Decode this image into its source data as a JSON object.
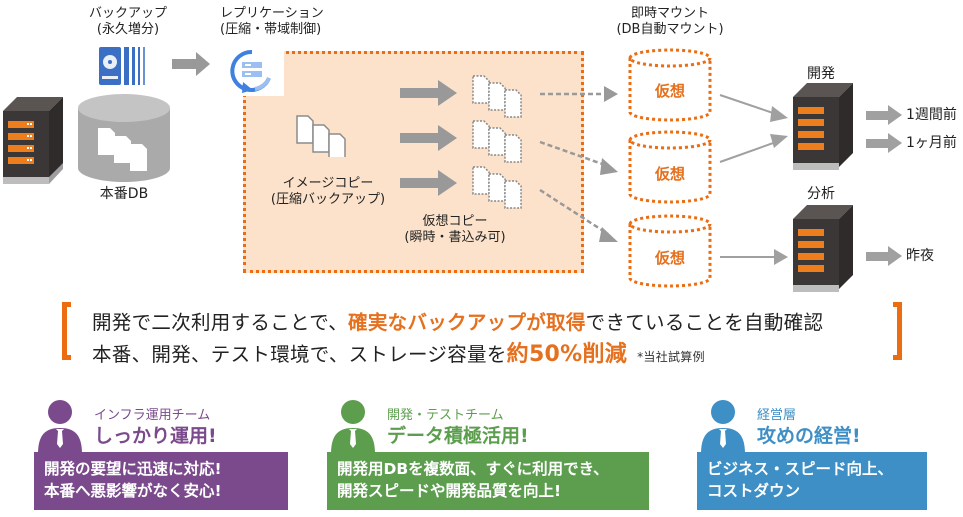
{
  "colors": {
    "accent_orange": "#ec6d11",
    "orange_fill": "#fce2cb",
    "gray_arrow": "#9a9a9a",
    "backup_blue": "#3a6fc4",
    "team_infra": "#7b4a8c",
    "team_dev": "#5c9e4e",
    "team_exec": "#3d8fc6"
  },
  "diagram": {
    "backup": {
      "line1": "バックアップ",
      "line2": "(永久増分)",
      "icon": "backup-disk-icon"
    },
    "replication": {
      "line1": "レプリケーション",
      "line2": "(圧縮・帯域制御)",
      "icon": "replication-sync-icon"
    },
    "production_db": {
      "label": "本番DB",
      "icon": "database-cylinder-icon"
    },
    "production_server": {
      "icon": "server-icon"
    },
    "image_copy": {
      "line1": "イメージコピー",
      "line2": "(圧縮バックアップ)",
      "icon": "documents-icon"
    },
    "virtual_copy": {
      "line1": "仮想コピー",
      "line2": "(瞬時・書込み可)",
      "icon": "dotted-documents-icon"
    },
    "instant_mount": {
      "line1": "即時マウント",
      "line2": "(DB自動マウント)"
    },
    "virtual_dbs": [
      "仮想",
      "仮想",
      "仮想"
    ],
    "dev": {
      "label": "開発",
      "targets": [
        "1週間前",
        "1ヶ月前"
      ]
    },
    "analysis": {
      "label": "分析",
      "targets": [
        "昨夜"
      ]
    }
  },
  "message": {
    "line1": {
      "pre": "開発で二次利用することで、",
      "highlight": "確実なバックアップが取得",
      "post": "できていることを自動確認"
    },
    "line2": {
      "pre": "本番、開発、テスト環境で、ストレージ容量を",
      "highlight": "約50%削減",
      "note": "*当社試算例"
    }
  },
  "teams": [
    {
      "name": "インフラ運用チーム",
      "slogan": "しっかり運用!",
      "lines": [
        "開発の要望に迅速に対応!",
        "本番へ悪影響がなく安心!"
      ],
      "icon": "person-icon"
    },
    {
      "name": "開発・テストチーム",
      "slogan": "データ積極活用!",
      "lines": [
        "開発用DBを複数面、すぐに利用でき、",
        "開発スピードや開発品質を向上!"
      ],
      "icon": "person-icon"
    },
    {
      "name": "経営層",
      "slogan": "攻めの経営!",
      "lines": [
        "ビジネス・スピード向上、",
        "コストダウン"
      ],
      "icon": "person-icon"
    }
  ]
}
